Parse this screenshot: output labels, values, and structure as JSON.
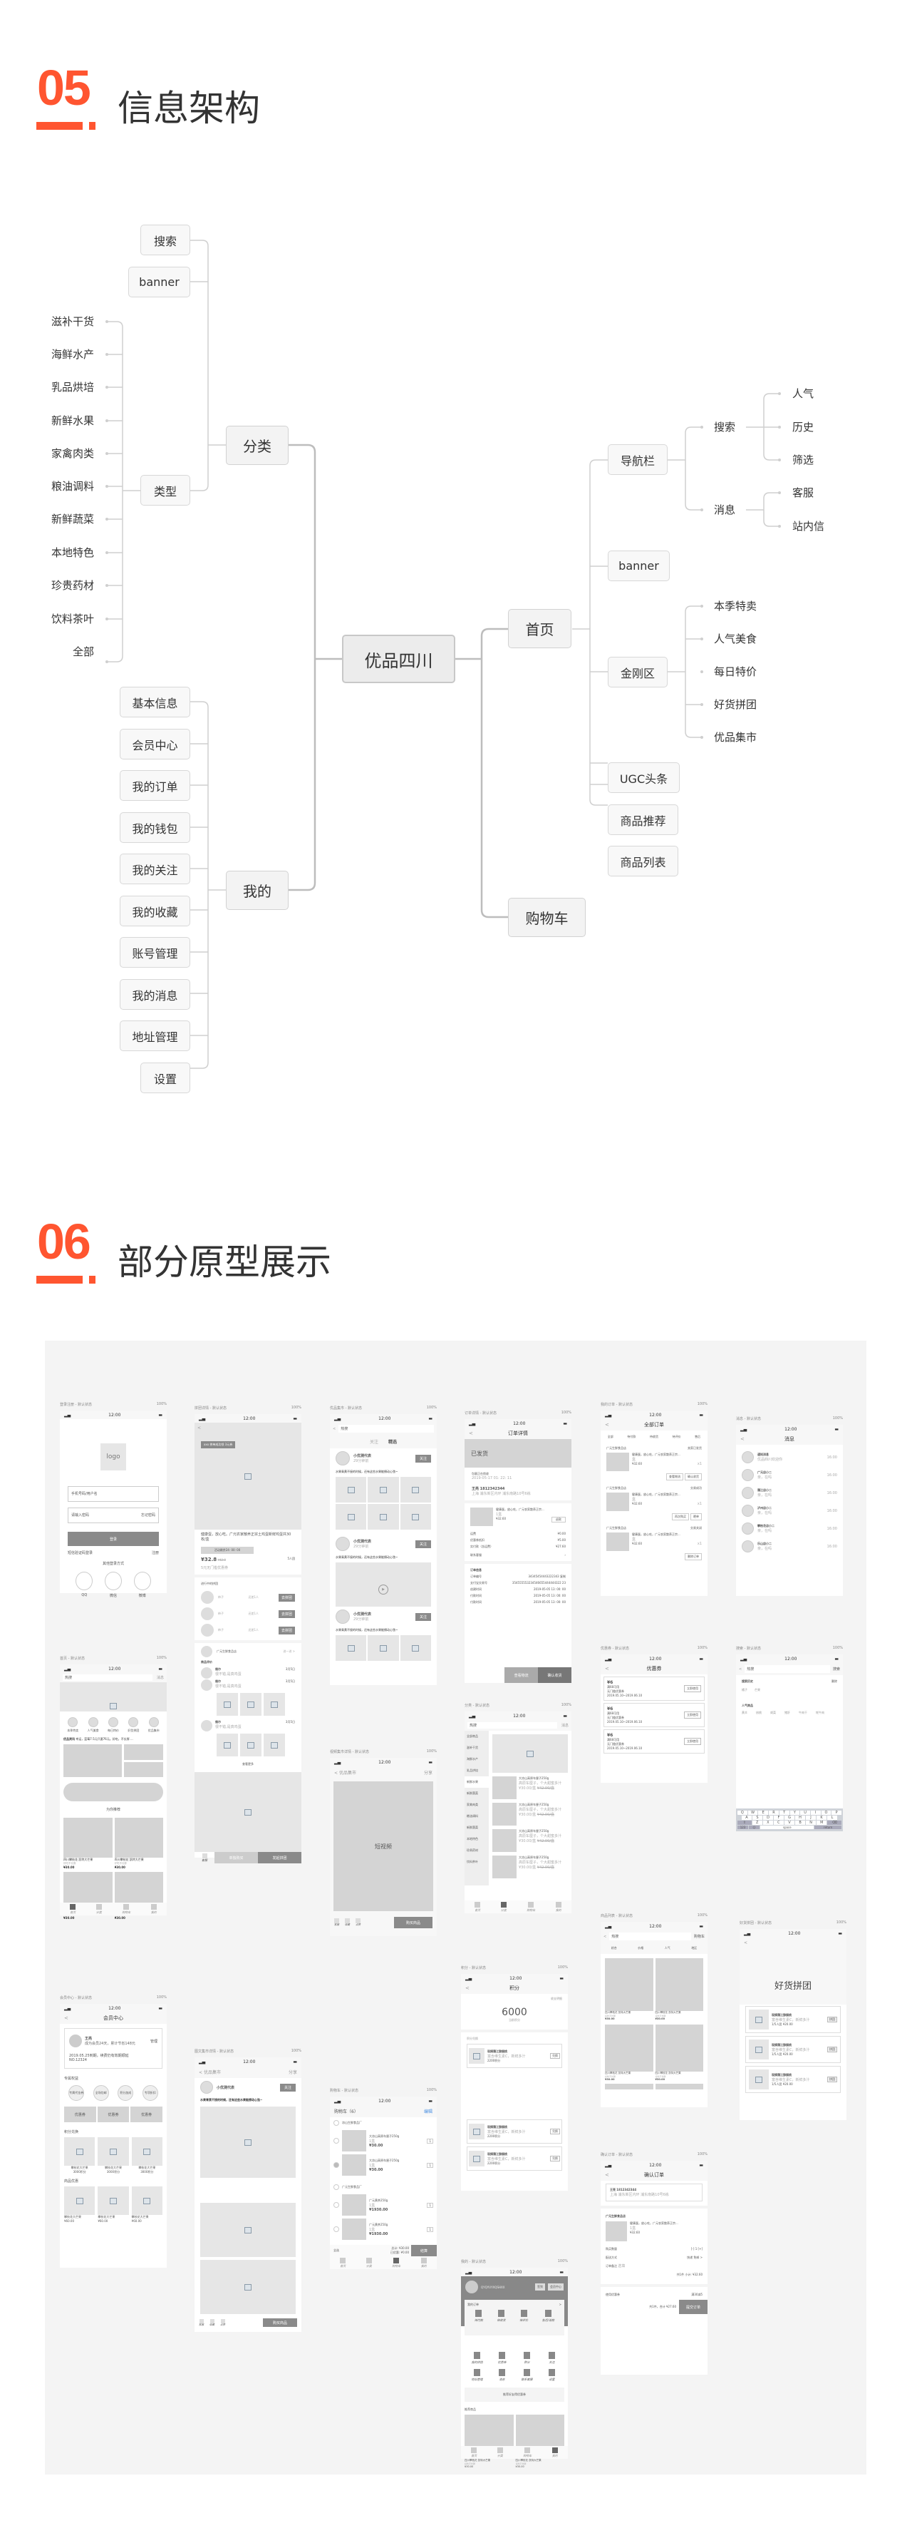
{
  "sections": [
    {
      "number": "05",
      "title": "信息架构"
    },
    {
      "number": "06",
      "title": "部分原型展示"
    }
  ],
  "mindmap": {
    "root": "优品四川",
    "branches": {
      "category": {
        "label": "分类",
        "children": [
          "搜索",
          "banner",
          "类型"
        ],
        "types": [
          "滋补干货",
          "海鲜水产",
          "乳品烘培",
          "新鲜水果",
          "家禽肉类",
          "粮油调料",
          "新鲜蔬菜",
          "本地特色",
          "珍贵药材",
          "饮料茶叶",
          "全部"
        ]
      },
      "mine": {
        "label": "我的",
        "children": [
          "基本信息",
          "会员中心",
          "我的订单",
          "我的钱包",
          "我的关注",
          "我的收藏",
          "账号管理",
          "我的消息",
          "地址管理",
          "设置"
        ]
      },
      "home": {
        "label": "首页",
        "navbar": {
          "label": "导航栏",
          "search": {
            "label": "搜索",
            "children": [
              "人气",
              "历史",
              "筛选"
            ]
          },
          "message": {
            "label": "消息",
            "children": [
              "客服",
              "站内信"
            ]
          }
        },
        "banner": "banner",
        "kingkong": {
          "label": "金刚区",
          "children": [
            "本季特卖",
            "人气美食",
            "每日特价",
            "好货拼团",
            "优品集市"
          ]
        },
        "ugc": "UGC头条",
        "recommend": "商品推荐",
        "list": "商品列表"
      },
      "cart": {
        "label": "购物车"
      }
    }
  },
  "prototypes": {
    "common": {
      "time": "12:00",
      "battery": "100%",
      "back": "<"
    },
    "login": {
      "caption": "登录注册 - 默认状态",
      "logo": "logo",
      "phone_placeholder": "手机号码/用户名",
      "pwd_placeholder": "请输入密码",
      "forgot": "忘记密码",
      "login": "登录",
      "sms_login": "短信验证码登录",
      "register": "注册",
      "other": "其他登录方式",
      "socials": [
        "QQ",
        "微信",
        "微博"
      ]
    },
    "group_detail": {
      "caption": "拼团详情 - 默认状态",
      "badge": "xxx 拼单成功领 3元券",
      "title": "健康蛋，放心吃。广元农家散养正宗土鸡蛋新鲜鸡蛋共30枚/盒",
      "countdown": "活动剩余24: 00: 00",
      "price": "¥32.8",
      "old_price": "¥42.8",
      "people": "5人团",
      "coupon": "5元无门槛优惠券",
      "ongoing": "进行中的拼团",
      "join": "去拼团",
      "lack": "还差1人",
      "user": "柿子",
      "store": "广元生鲜食品店",
      "store_link": "进一进 >",
      "reviews": "商品评价",
      "reviewer": "维尔",
      "review_text": "很不错,是真鸡蛋",
      "review_date": "3月5日",
      "more": "查看更多",
      "service": "客服",
      "solo": "单独购买",
      "start": "发起拼团"
    },
    "market": {
      "caption": "优品集市 - 默认状态",
      "search": "热搜",
      "tabs": [
        "关注",
        "精选"
      ],
      "author": "小优测代表",
      "time_ago": "29分钟前",
      "follow": "关注",
      "post": "水果青黄不接的时候，还有这些水果能撩动心弦~"
    },
    "video": {
      "caption": "视频集市详情 - 默认状态",
      "title": "优品集市",
      "share": "分享",
      "video_label": "短视频",
      "actions": [
        "客服",
        "收藏",
        "点赞"
      ],
      "buy": "购买商品"
    },
    "article": {
      "caption": "图文集市详情 - 默认状态",
      "title": "优品集市",
      "share": "分享",
      "author": "小优测代表",
      "follow": "关注",
      "headline": "水果青黄不接的时候，还有这些水果能撩动心弦~",
      "actions": [
        "客服",
        "收藏",
        "点赞"
      ],
      "buy": "购买商品"
    },
    "order_detail": {
      "caption": "订单详情 - 默认状态",
      "title": "订单详情",
      "status": "已发货",
      "logistics": "包裹正在揽收",
      "logistics_time": "2019-05-17 01: 22: 11",
      "name": "王亮",
      "phone": "1812342344",
      "address": "上海 浦东新区内环 浦东南路10号6栋",
      "product": "健康蛋，放心吃，广元农家散养正宗...",
      "qty": "1盒",
      "price": "¥32.60",
      "refund": "退款",
      "fees": [
        [
          "运费",
          "¥0.00"
        ],
        [
          "优惠券抵扣",
          "¥5.00"
        ],
        [
          "实付款（含运费）",
          "¥27.60"
        ]
      ],
      "contact": "联系客服",
      "info_title": "订单信息",
      "info": [
        [
          "订单编号",
          "34345454443222343",
          "复制"
        ],
        [
          "支付宝交易号",
          "354555553234546655444444322 23",
          ""
        ],
        [
          "创建时间",
          "2019-05-05 13: 00: 00",
          ""
        ],
        [
          "付款时间",
          "2019-05-05 13: 00: 00",
          ""
        ],
        [
          "付款时间",
          "2019-05-05 13: 00: 00",
          ""
        ]
      ],
      "btn_logistics": "查看物流",
      "btn_confirm": "确认收货"
    },
    "all_orders": {
      "caption": "我的订单 - 默认状态",
      "title": "全部订单",
      "tabs": [
        "全部",
        "待付款",
        "待收货",
        "待评价",
        "售后"
      ],
      "store": "广元生鲜食品店",
      "statuses": [
        "卖家已发货",
        "交易成功",
        "交易关闭"
      ],
      "product": "健康蛋，放心吃，广元农家散养正宗...",
      "unit": "盒",
      "price": "¥32.60",
      "count": "x1",
      "buttons": [
        [
          "查看物流",
          "确认收货"
        ],
        [
          "再次购买",
          "晒单"
        ],
        [
          "删除订单"
        ]
      ]
    },
    "messages": {
      "caption": "消息 - 默认状态",
      "title": "消息",
      "items": [
        {
          "name": "通知消息",
          "text": "优品四川欢迎你",
          "time": "16:00"
        },
        {
          "name": "广元店小二",
          "text": "亲，在吗",
          "time": "16:00"
        },
        {
          "name": "蒲江店小二",
          "text": "亲，在吗",
          "time": "16:00"
        },
        {
          "name": "泸州店小二",
          "text": "亲，在吗",
          "time": "16:00"
        },
        {
          "name": "攀枝花店小二",
          "text": "亲，在吗",
          "time": "16:00"
        },
        {
          "name": "乐山店小二",
          "text": "亲，在吗",
          "time": "16:00"
        }
      ]
    },
    "home": {
      "caption": "首页 - 默认状态",
      "search": "热搜",
      "message": "消息",
      "icons": [
        "本季特卖",
        "人气美食",
        "每日特价",
        "好货拼团",
        "优品集市"
      ],
      "news_label": "优品资讯",
      "news_text": "幸运，蓝莓7.5元只要76元。好吃，不长胖 ...",
      "news_more": "更多",
      "recommend": "为你推荐",
      "product": "四川攀枝花 凯特大芒果",
      "product_sub": "好吃不长胖",
      "price": "¥30.00",
      "tabs": [
        "首页",
        "分类",
        "购物车",
        "我的"
      ]
    },
    "category": {
      "caption": "分类 - 默认状态",
      "search": "热搜",
      "message": "消息",
      "menu": [
        "全部商品",
        "滋补干货",
        "海鲜水产",
        "乳品烘焙",
        "新鲜水果",
        "新鲜蔬菜",
        "家禽肉类",
        "粮油调料",
        "新鲜蔬菜",
        "本地特色",
        "珍贵药材",
        "饮料茶叶"
      ],
      "product": "大凉山高原车厘子250g",
      "product_sub": "高原车厘子，个大甜蜜多汁",
      "price": "¥30.00/盒",
      "old_price": "¥42.00/盒",
      "tabs": [
        "首页",
        "分类",
        "购物车",
        "我的"
      ]
    },
    "coupons": {
      "caption": "优惠券 - 默认状态",
      "title": "优惠券",
      "amount": "¥6",
      "condition": "满68可用",
      "type": "无门槛优惠券",
      "period": "2019.05.10~2019.06.10",
      "use": "立即使用"
    },
    "search": {
      "caption": "搜索 - 默认状态",
      "query": "热搜",
      "button": "搜索",
      "history_title": "搜索历史",
      "delete": "删除",
      "history": [
        "橘子",
        "芒果"
      ],
      "hot_title": "人气商品",
      "hot": [
        "黄羊",
        "核桃",
        "咸菜",
        "猪肝",
        "牛肉干",
        "牦牛肉"
      ],
      "keyboard": [
        [
          "Q",
          "W",
          "E",
          "R",
          "T",
          "Y",
          "U",
          "I",
          "O",
          "P"
        ],
        [
          "A",
          "S",
          "D",
          "F",
          "G",
          "H",
          "J",
          "K",
          "L"
        ],
        [
          "Z",
          "X",
          "C",
          "V",
          "B",
          "N",
          "M"
        ]
      ],
      "key_123": "123",
      "key_space": "space",
      "key_return": "return"
    },
    "points": {
      "caption": "积分 - 默认状态",
      "title": "积分",
      "detail": "收支明细",
      "value": "6000",
      "label": "当前积分",
      "exchange": "积分兑换",
      "item": "现摘蒲江猕猴桃",
      "item_sub": "富含维生素C，新鲜多汁",
      "cost": "2200积分",
      "old": "¥30.00",
      "redeem": "兑换"
    },
    "product_list": {
      "caption": "商品列表 - 默认状态",
      "search": "热搜",
      "cart": "购物车",
      "filters": [
        "综合",
        "价格",
        "人气",
        "地区"
      ],
      "product": "四川攀枝花 凯特大芒果",
      "sub": "好吃不长胖",
      "price": "¥30.00"
    },
    "group_buy": {
      "caption": "好货拼团 - 默认状态",
      "title": "好货拼团",
      "item": "现摘蒲江猕猴桃",
      "item_sub": "富含维生素C，新鲜多汁",
      "people": "1/5人团",
      "price": "¥20.00",
      "old": "¥30.00",
      "join": "拼团"
    },
    "member": {
      "caption": "会员中心 - 默认状态",
      "title": "会员中心",
      "name": "王亮",
      "manage": "管理",
      "desc": "成为会员24天，累计节省148元",
      "expire": "2019.05.25到期，续费仍有效期顺延",
      "no": "NO.12324",
      "benefits_title": "专属权益",
      "benefits": [
        "专属代金券",
        "全场包邮",
        "积分加成",
        "专项折扣"
      ],
      "coupon": "优惠券",
      "exchange_title": "积分兑换",
      "exchange_item": "攀枝花大芒果",
      "exchange_cost": "3000积分",
      "deals_title": "商品优惠",
      "deal_price": "¥60.00",
      "deal_old": "¥70.00"
    },
    "cart": {
      "caption": "购物车 - 默认状态",
      "title": "购物车（6）",
      "edit": "编辑",
      "stores": [
        "凉山生鲜食品厂",
        "广元生鲜食品厂"
      ],
      "item1": "大凉山高原车厘子250g",
      "item2": "广元黄茶250g",
      "unit": "1盒",
      "price1": "¥30.00",
      "price2": "¥1930.00",
      "qty": "1",
      "select_all": "全选",
      "total": "总计: ¥30.00",
      "discount": "已优惠: ¥0.00",
      "checkout": "结算",
      "tabs": [
        "首页",
        "分类",
        "购物车",
        "我的"
      ]
    },
    "mine": {
      "caption": "我的 - 默认状态",
      "user": "QYQYUYXQSHXX",
      "sign": "签到",
      "member": "会员中心",
      "orders": "我的订单",
      "order_tabs": [
        "待付款",
        "待收货",
        "待评价",
        "售后/退款"
      ],
      "grid": [
        "我的拼团",
        "优惠券",
        "积分",
        "关注",
        "地址管理",
        "消息",
        "联系客服",
        "设置"
      ],
      "invite": "推荐好友得优惠券",
      "recommend": "推荐商品",
      "product": "四川攀枝花 凯特大芒果",
      "sub": "好吃不长胖",
      "price": "¥30.00",
      "tabs": [
        "首页",
        "分类",
        "购物车",
        "我的"
      ]
    },
    "confirm": {
      "caption": "确认订单 - 默认状态",
      "title": "确认订单",
      "name": "王亮",
      "phone": "1812342344",
      "address": "上海 浦东新区内环 浦东南路10号6栋",
      "store": "广元生鲜食品店",
      "product": "健康蛋，放心吃，广元农家散养正宗...",
      "qty": "1盒",
      "price": "¥32.60",
      "buy_qty": "购买数量",
      "delivery": "配送方式",
      "delivery_val": "快递 免邮 >",
      "note": "订单备注",
      "note_ph": "选填",
      "subtotal": "共1件 小计: ¥32.60",
      "coupon": "使用优惠券",
      "coupon_val": "满30减5",
      "total": "共1件，合计 ¥27.60",
      "submit": "提交订单"
    }
  }
}
